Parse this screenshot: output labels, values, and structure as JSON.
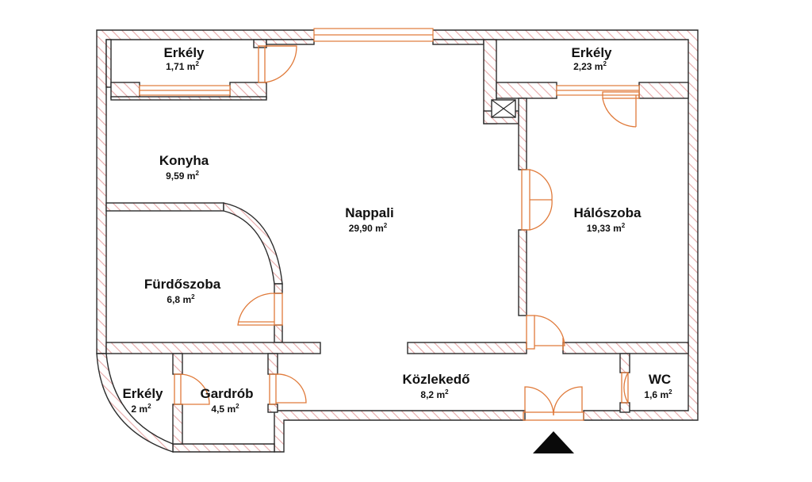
{
  "rooms": {
    "erkely_top_left": {
      "name": "Erkély",
      "area": "1,71 m",
      "sup": "2"
    },
    "erkely_top_right": {
      "name": "Erkély",
      "area": "2,23 m",
      "sup": "2"
    },
    "konyha": {
      "name": "Konyha",
      "area": "9,59 m",
      "sup": "2"
    },
    "nappali": {
      "name": "Nappali",
      "area": "29,90 m",
      "sup": "2"
    },
    "haloszoba": {
      "name": "Hálószoba",
      "area": "19,33 m",
      "sup": "2"
    },
    "furdoszoba": {
      "name": "Fürdőszoba",
      "area": "6,8 m",
      "sup": "2"
    },
    "kozlekedo": {
      "name": "Közlekedő",
      "area": "8,2 m",
      "sup": "2"
    },
    "erkely_bottom": {
      "name": "Erkély",
      "area": "2 m",
      "sup": "2"
    },
    "gardrob": {
      "name": "Gardrób",
      "area": "4,5 m",
      "sup": "2"
    },
    "wc": {
      "name": "WC",
      "area": "1,6 m",
      "sup": "2"
    }
  },
  "colors": {
    "wall_hatch": "#e8a8a8",
    "wall_outline": "#2b2b2b",
    "door_window": "#e07a3a"
  },
  "icons": {
    "entrance": "entrance-arrow-icon",
    "shaft": "ventilation-shaft-icon"
  }
}
